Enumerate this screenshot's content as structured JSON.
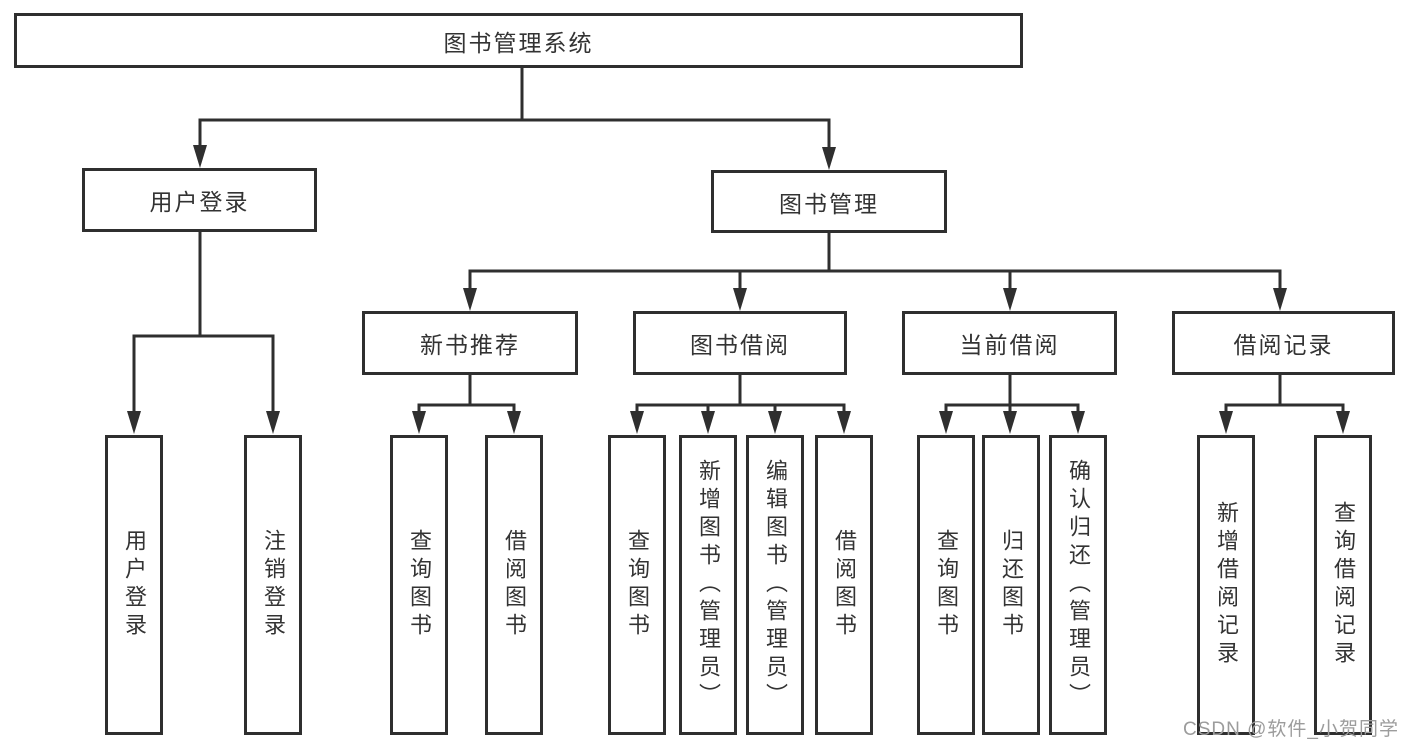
{
  "diagram": {
    "type": "tree-structure-diagram",
    "root": {
      "label": "图书管理系统",
      "children": [
        {
          "label": "用户登录",
          "children": [
            {
              "label": "用户登录"
            },
            {
              "label": "注销登录"
            }
          ]
        },
        {
          "label": "图书管理",
          "children": [
            {
              "label": "新书推荐",
              "children": [
                {
                  "label": "查询图书"
                },
                {
                  "label": "借阅图书"
                }
              ]
            },
            {
              "label": "图书借阅",
              "children": [
                {
                  "label": "查询图书"
                },
                {
                  "label": "新增图书（管理员）"
                },
                {
                  "label": "编辑图书（管理员）"
                },
                {
                  "label": "借阅图书"
                }
              ]
            },
            {
              "label": "当前借阅",
              "children": [
                {
                  "label": "查询图书"
                },
                {
                  "label": "归还图书"
                },
                {
                  "label": "确认归还（管理员）"
                }
              ]
            },
            {
              "label": "借阅记录",
              "children": [
                {
                  "label": "新增借阅记录"
                },
                {
                  "label": "查询借阅记录"
                }
              ]
            }
          ]
        }
      ]
    }
  },
  "watermark": {
    "text": "CSDN @软件_小贺同学"
  },
  "colors": {
    "line": "#2f2f2f",
    "text": "#333333",
    "watermark": "#9c9c9c",
    "background": "#ffffff"
  }
}
